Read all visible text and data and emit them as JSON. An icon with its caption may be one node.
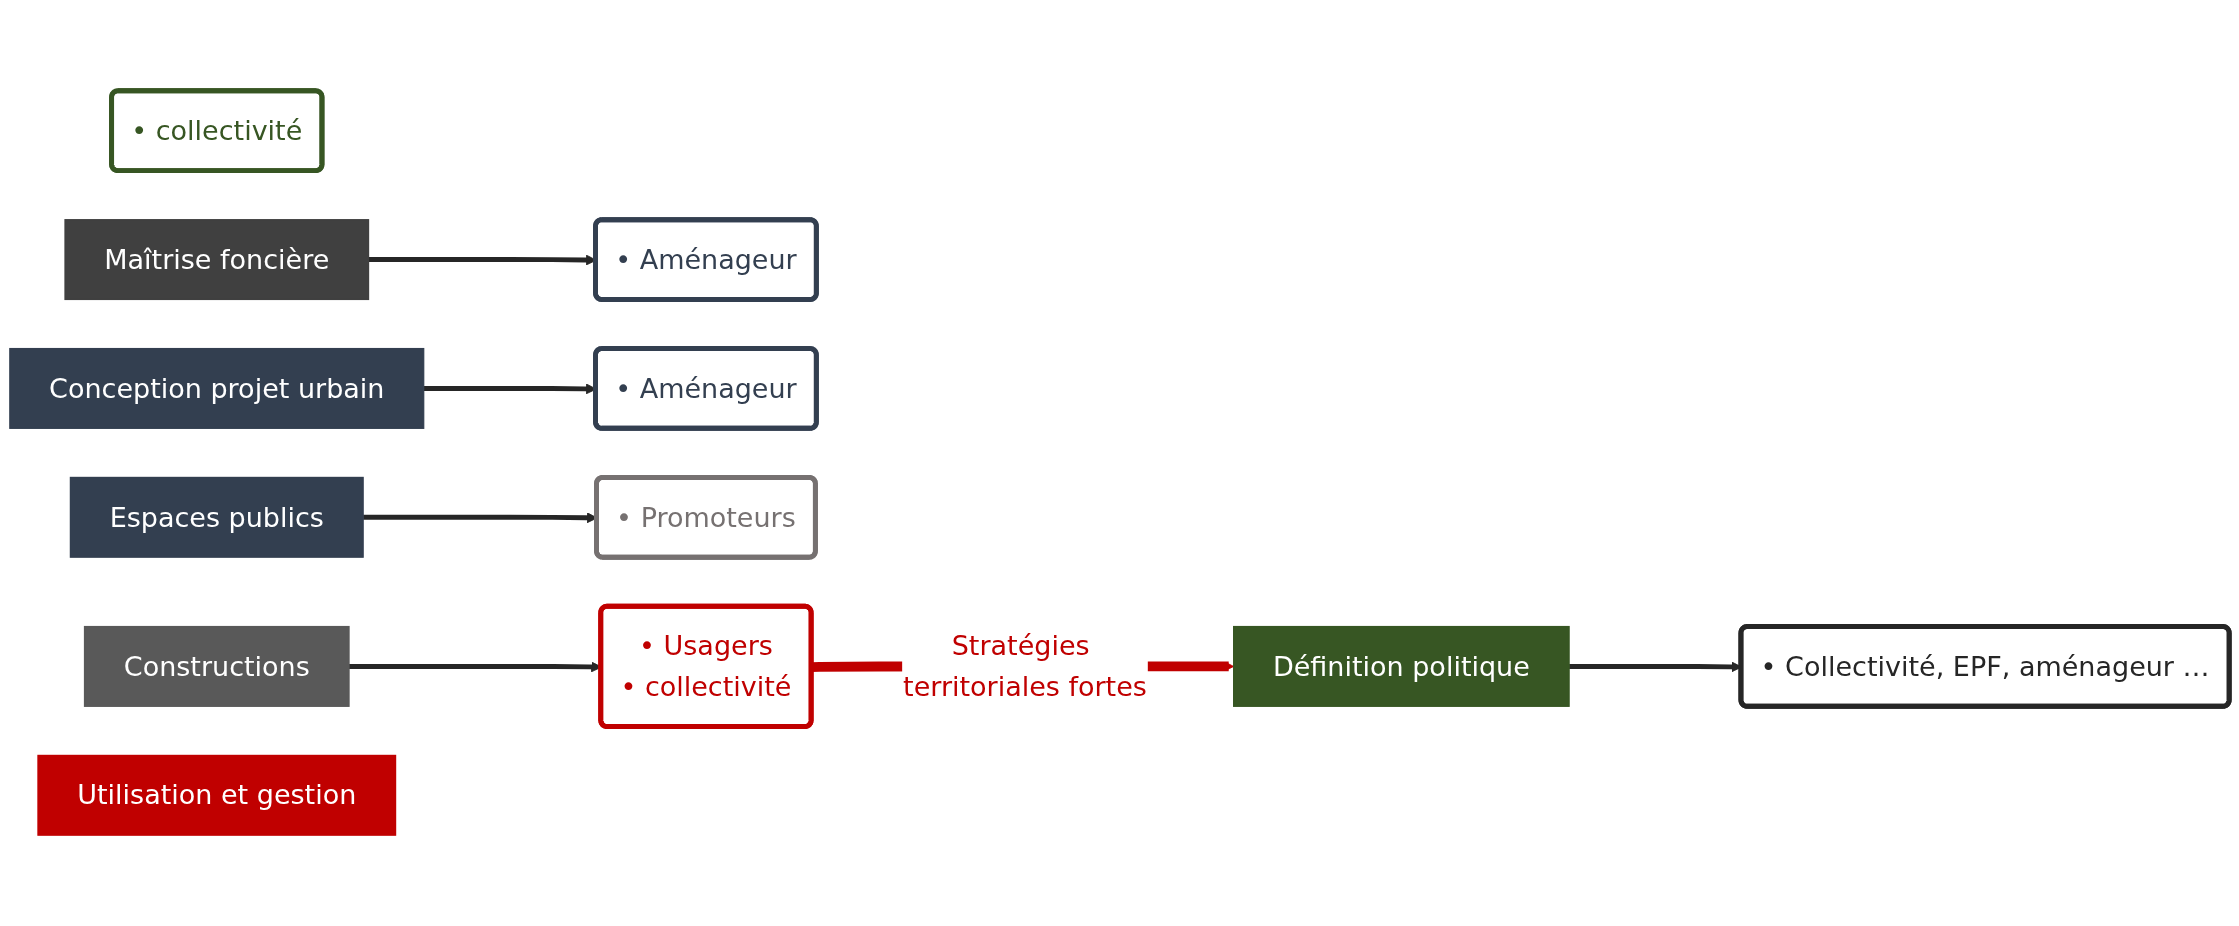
{
  "diagram": {
    "nodes": [
      {
        "text": [
          "• collectivité"
        ]
      },
      {
        "text": [
          "Définition politique"
        ]
      },
      {
        "text": [
          "Maîtrise foncière"
        ]
      },
      {
        "text": [
          "• Collectivité, EPF, aménageur …"
        ]
      },
      {
        "text": [
          "• Aménageur"
        ]
      },
      {
        "text": [
          "Conception projet urbain"
        ]
      },
      {
        "text": [
          "Espaces publics"
        ]
      },
      {
        "text": [
          "• Aménageur"
        ]
      },
      {
        "text": [
          "• Promoteurs"
        ]
      },
      {
        "text": [
          "Constructions"
        ]
      },
      {
        "text": [
          "Utilisation et gestion"
        ]
      },
      {
        "text": [
          "• Usagers",
          "• collectivité"
        ]
      }
    ],
    "edges": [
      {
        "from": 1,
        "to": 3,
        "arrow": "to"
      },
      {
        "from": 2,
        "to": 4,
        "arrow": "to"
      },
      {
        "from": 5,
        "to": 7,
        "arrow": "to"
      },
      {
        "from": 6,
        "to": 8,
        "arrow": "to"
      },
      {
        "from": 9,
        "to": 11,
        "arrow": "to"
      },
      {
        "from": 11,
        "to": 1,
        "arrow": "to",
        "label": "Stratégies territoriales fortes",
        "style": "thick",
        "color": "#c00000"
      }
    ]
  }
}
